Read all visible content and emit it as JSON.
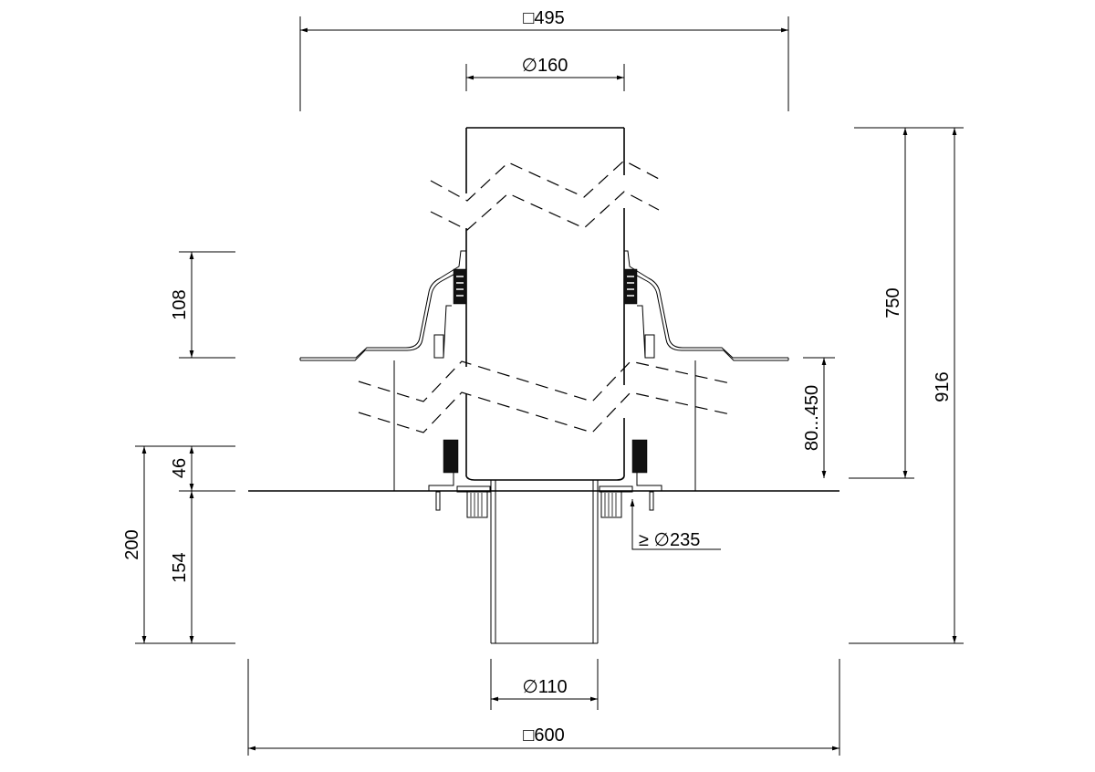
{
  "drawing": {
    "dimensions": {
      "top_square": "□495",
      "pipe_diameter": "∅160",
      "flange_height": "108",
      "pipe_length": "750",
      "total_height": "916",
      "insulation_range": "80...450",
      "upper_part": "46",
      "total_lower": "200",
      "lower_part": "154",
      "hole_diameter": "≥ ∅235",
      "outlet_diameter": "∅110",
      "bottom_square": "□600"
    },
    "colors": {
      "line": "#000000",
      "background": "#ffffff"
    }
  }
}
